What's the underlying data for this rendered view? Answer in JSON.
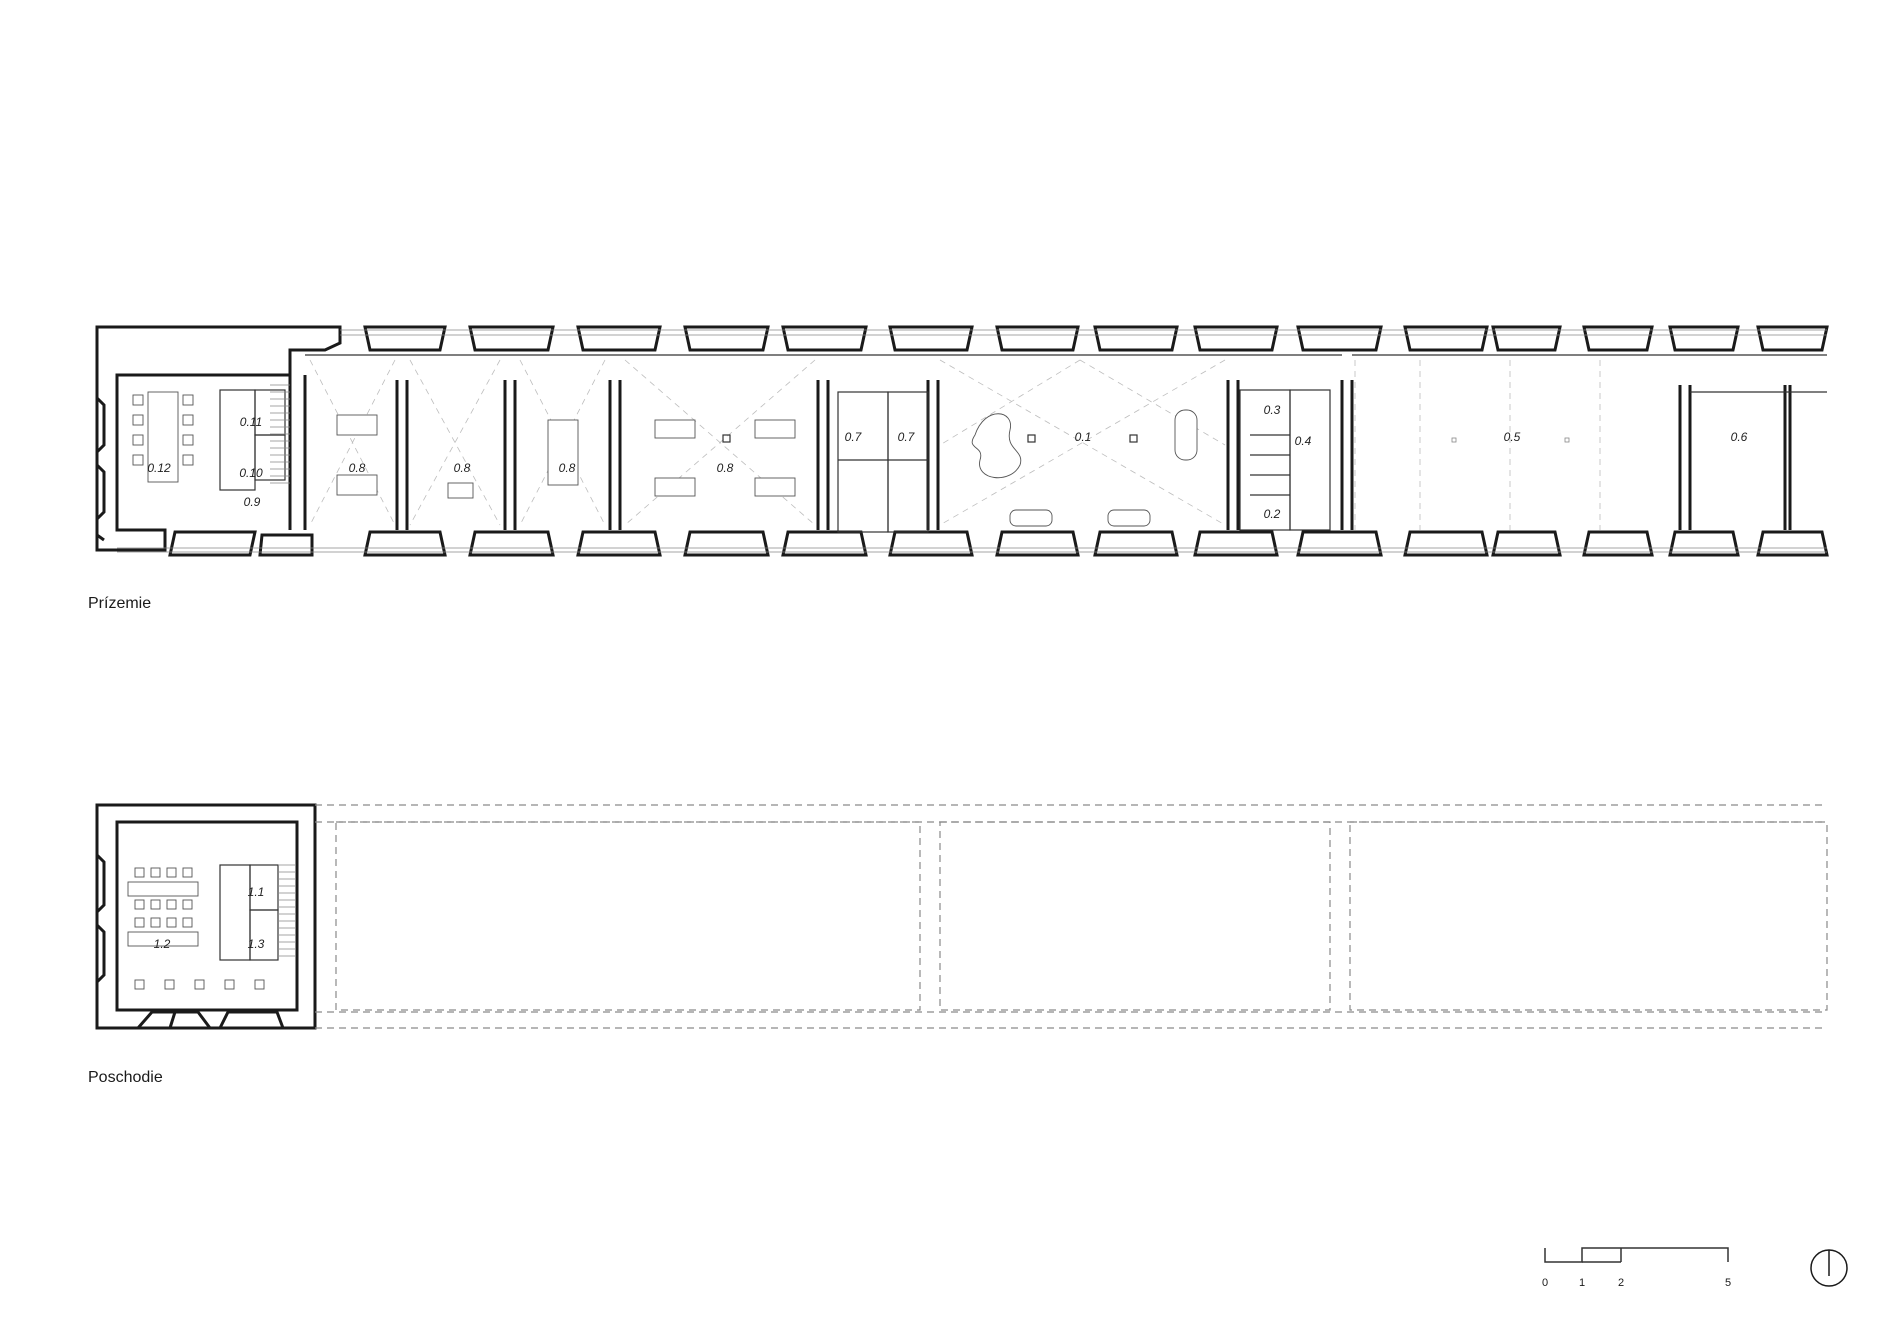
{
  "floors": {
    "ground": {
      "label": "Prízemie",
      "rooms": [
        "0.12",
        "0.11",
        "0.10",
        "0.9",
        "0.8",
        "0.8",
        "0.8",
        "0.8",
        "0.7",
        "0.7",
        "0.1",
        "0.3",
        "0.4",
        "0.2",
        "0.5",
        "0.6"
      ]
    },
    "upper": {
      "label": "Poschodie",
      "rooms": [
        "1.1",
        "1.2",
        "1.3"
      ]
    }
  },
  "scale_bar": {
    "ticks": [
      "0",
      "1",
      "2",
      "5"
    ]
  },
  "north_arrow": "north-arrow-icon"
}
